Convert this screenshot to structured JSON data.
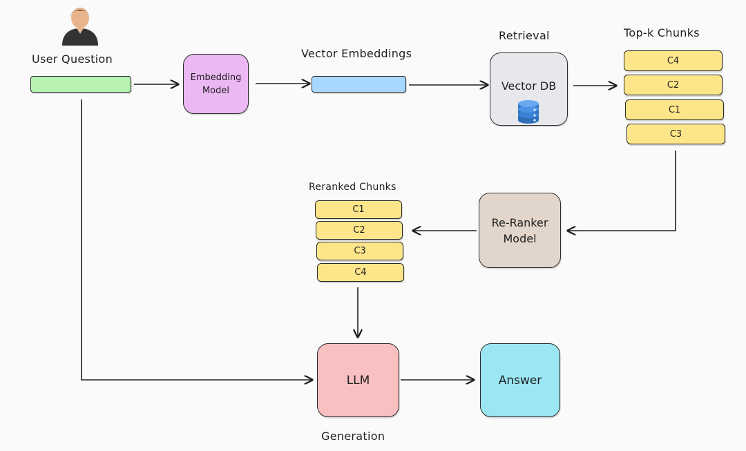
{
  "labels": {
    "user_question": "User Question",
    "vector_embeddings": "Vector Embeddings",
    "retrieval": "Retrieval",
    "top_k_chunks": "Top-k Chunks",
    "reranked_chunks": "Reranked Chunks",
    "generation": "Generation"
  },
  "nodes": {
    "embedding_model": [
      "Embedding",
      "Model"
    ],
    "vector_db": "Vector DB",
    "reranker_model": [
      "Re-Ranker",
      "Model"
    ],
    "llm": "LLM",
    "answer": "Answer"
  },
  "top_k_chunks": [
    "C4",
    "C2",
    "C1",
    "C3"
  ],
  "reranked_chunks": [
    "C1",
    "C2",
    "C3",
    "C4"
  ],
  "colors": {
    "question_bar": "#b7f2b0",
    "embedding_bar": "#a8d8ff",
    "embedding_model": "#ebb8f3",
    "vector_db": "#e6e8ec",
    "reranker": "#e2d6cc",
    "llm": "#f8c0c0",
    "answer": "#9be6f3",
    "chunk": "#fde68a"
  },
  "icons": [
    "user-icon",
    "database-icon"
  ]
}
